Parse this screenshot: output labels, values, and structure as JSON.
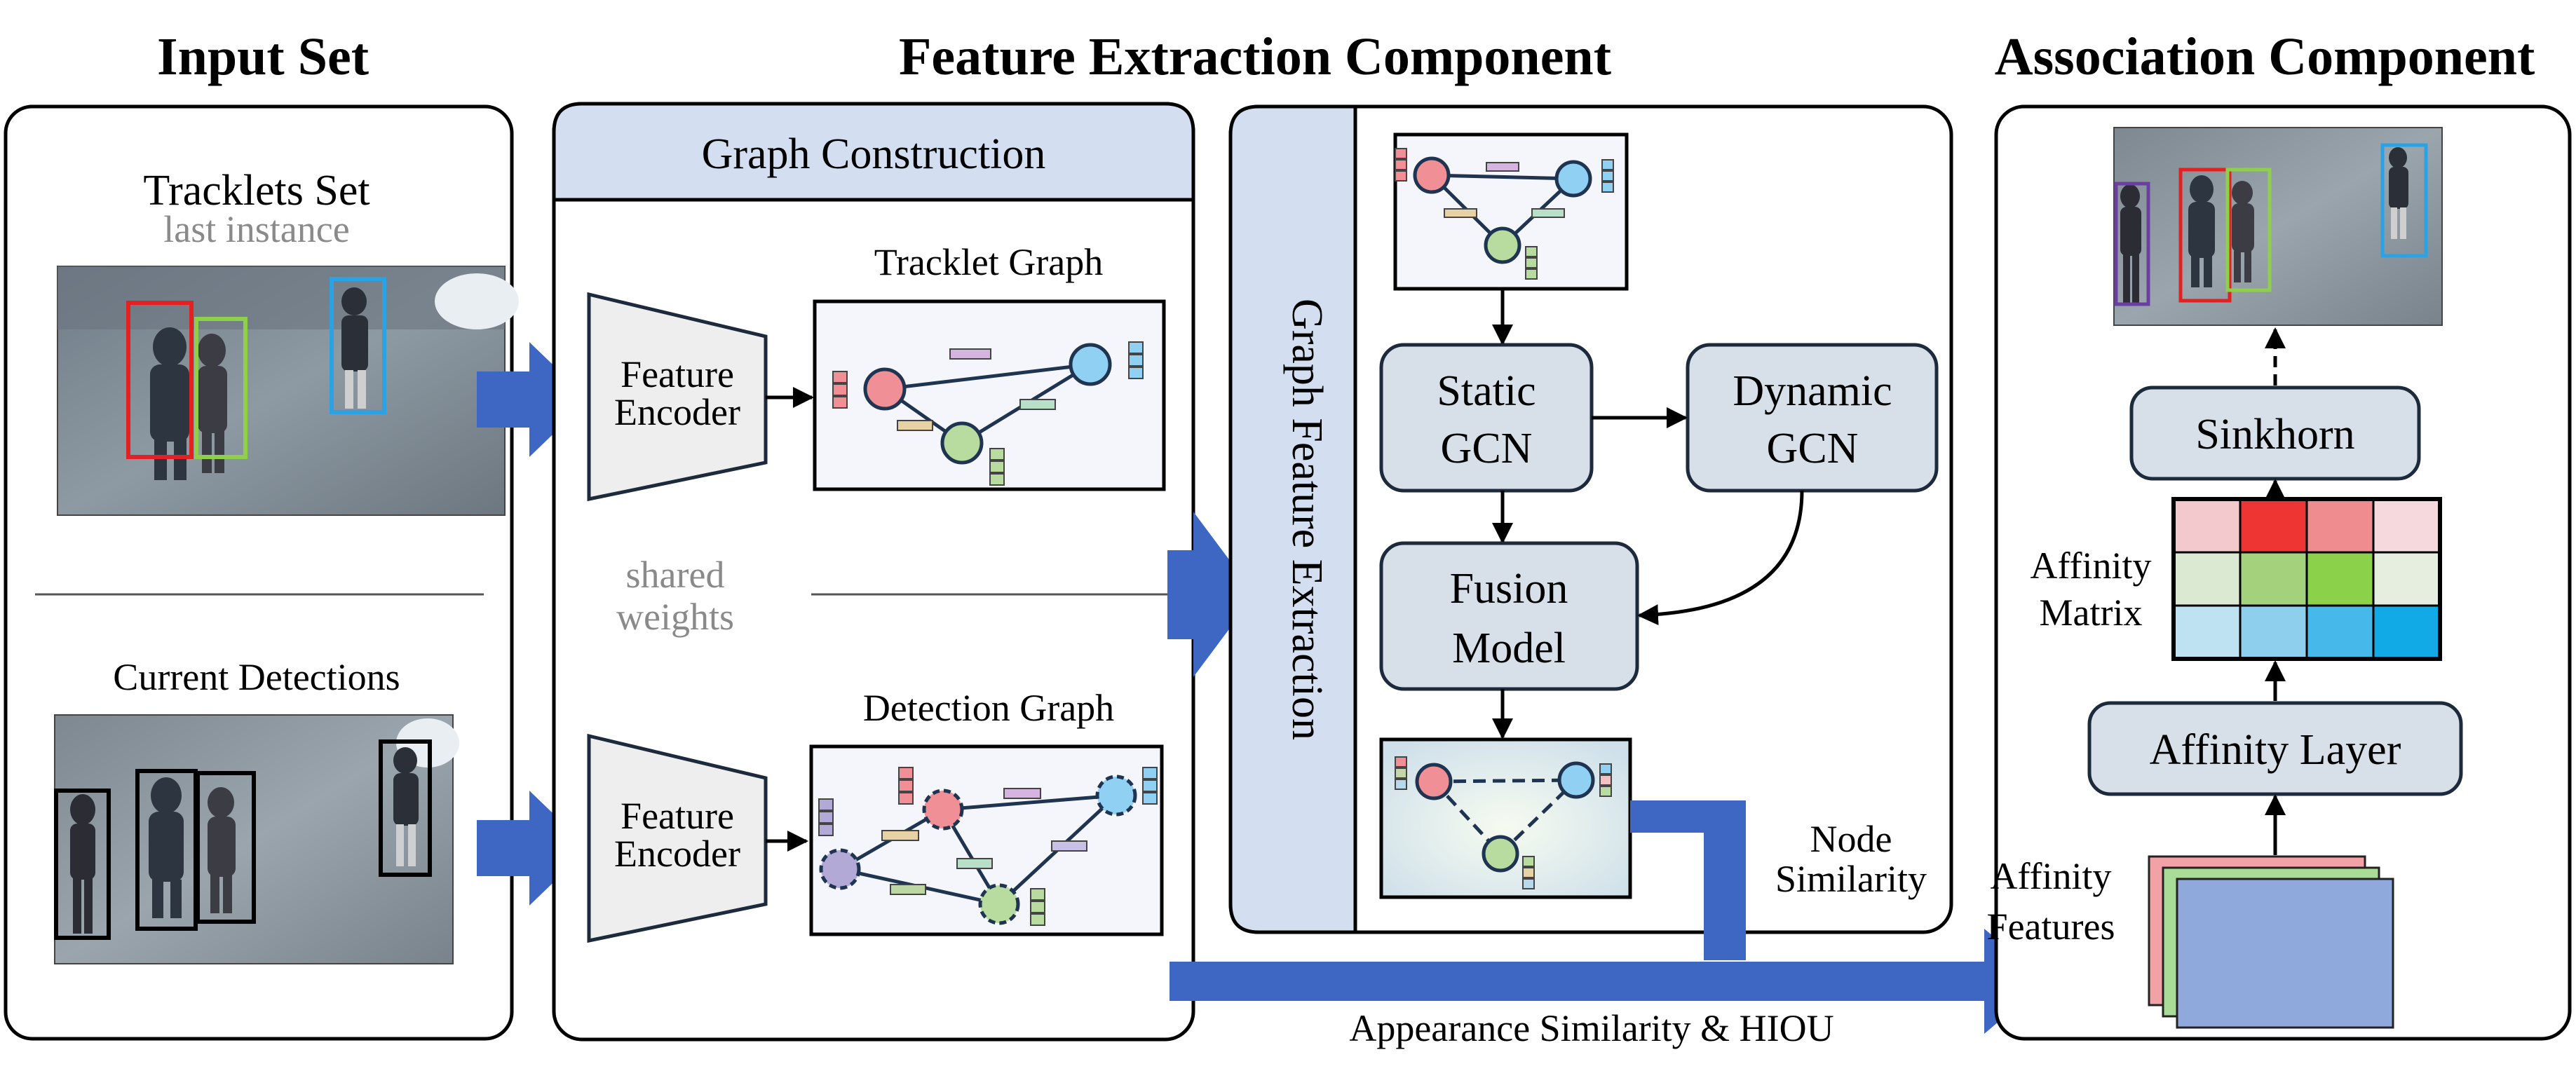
{
  "headers": {
    "input_set": "Input Set",
    "feature_extraction": "Feature Extraction Component",
    "association": "Association Component"
  },
  "input_set": {
    "tracklets_title": "Tracklets Set",
    "tracklets_subtitle": "last instance",
    "detections_title": "Current Detections"
  },
  "graph_construction": {
    "title": "Graph Construction",
    "encoder_top_line1": "Feature",
    "encoder_top_line2": "Encoder",
    "encoder_bottom_line1": "Feature",
    "encoder_bottom_line2": "Encoder",
    "tracklet_graph": "Tracklet Graph",
    "detection_graph": "Detection Graph",
    "shared_line1": "shared",
    "shared_line2": "weights"
  },
  "graph_feature_extraction": {
    "vertical_label": "Graph Feature Extraction",
    "static_gcn_line1": "Static",
    "static_gcn_line2": "GCN",
    "dynamic_gcn_line1": "Dynamic",
    "dynamic_gcn_line2": "GCN",
    "fusion_line1": "Fusion",
    "fusion_line2": "Model",
    "node_sim_line1": "Node",
    "node_sim_line2": "Similarity"
  },
  "association": {
    "sinkhorn": "Sinkhorn",
    "affinity_matrix_line1": "Affinity",
    "affinity_matrix_line2": "Matrix",
    "affinity_layer": "Affinity Layer",
    "affinity_features_line1": "Affinity",
    "affinity_features_line2": "Features"
  },
  "bottom_label": "Appearance Similarity & HIOU",
  "colors": {
    "flow_arrow": "#3e66c3",
    "panel_header": "#d3dff0",
    "process_box": "#d7dfe9",
    "node_red": "#f08f95",
    "node_blue": "#8fd0f3",
    "node_green": "#b8dca0",
    "node_purple": "#b3a9d6",
    "bbox_red": "#e42020",
    "bbox_green": "#8fd04a",
    "bbox_blue": "#29a3e6",
    "bbox_purple": "#6a3fa0",
    "matrix": [
      [
        "#f3c9cd",
        "#ef3434",
        "#ee8c8f",
        "#f5d9dc"
      ],
      [
        "#dbe9d2",
        "#a4d17c",
        "#8cd14a",
        "#e6eedf"
      ],
      [
        "#bfe2f2",
        "#8dcfec",
        "#47b8ea",
        "#12aae6"
      ]
    ]
  }
}
